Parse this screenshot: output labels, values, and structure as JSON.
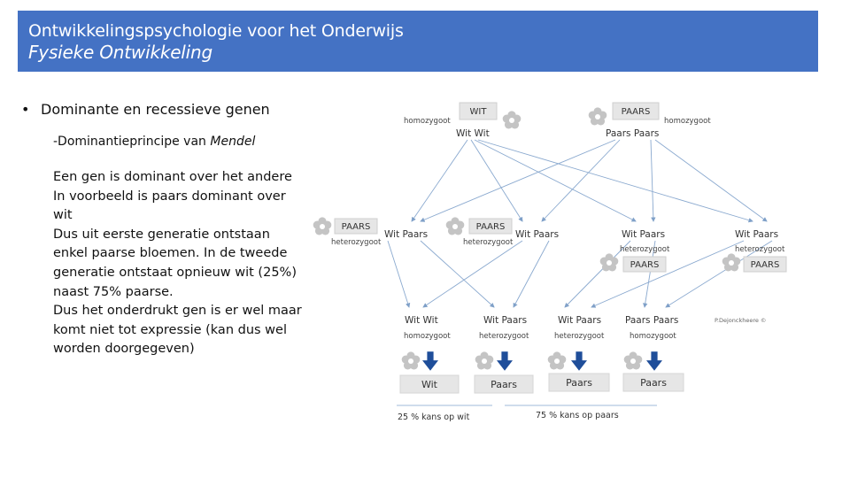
{
  "header": {
    "title": "Ontwikkelingspsychologie voor het Onderwijs",
    "subtitle": "Fysieke Ontwikkeling"
  },
  "content": {
    "bullet": "Dominante en recessieve genen",
    "sub_prefix": "-Dominantieprincipe van ",
    "sub_italic": "Mendel",
    "lines": [
      "Een gen is dominant over het andere",
      "In voorbeeld is paars dominant over",
      "wit",
      "Dus uit eerste generatie ontstaan",
      "enkel paarse bloemen. In de tweede",
      "generatie ontstaat opnieuw wit (25%)",
      "naast 75% paarse.",
      "Dus het onderdrukt gen is er wel maar",
      "komt niet tot expressie (kan dus wel",
      "worden doorgegeven)"
    ]
  },
  "diagram": {
    "parent_wit": {
      "box": "WIT",
      "type": "homozygoot",
      "genotype": "Wit  Wit"
    },
    "parent_paars": {
      "box": "PAARS",
      "type": "homozygoot",
      "genotype": "Paars  Paars"
    },
    "f1": [
      {
        "box": "PAARS",
        "type": "heterozygoot",
        "genotype": "Wit  Paars"
      },
      {
        "box": "PAARS",
        "type": "heterozygoot",
        "genotype": "Wit  Paars"
      },
      {
        "box": "PAARS",
        "type": "heterozygoot",
        "genotype": "Wit  Paars"
      },
      {
        "box": "PAARS",
        "type": "heterozygoot",
        "genotype": "Wit  Paars"
      }
    ],
    "f2": [
      {
        "genotype": "Wit  Wit",
        "type": "homozygoot",
        "result": "Wit"
      },
      {
        "genotype": "Wit  Paars",
        "type": "heterozygoot",
        "result": "Paars"
      },
      {
        "genotype": "Wit  Paars",
        "type": "heterozygoot",
        "result": "Paars"
      },
      {
        "genotype": "Paars  Paars",
        "type": "homozygoot",
        "result": "Paars"
      }
    ],
    "kans_wit": "25 % kans op wit",
    "kans_paars": "75 % kans op paars",
    "watermark": "P.Dejonckheere ©",
    "colors": {
      "arrow": "#1f4e9a",
      "line": "#7fa0c8",
      "flower": "#bfbfbf",
      "box": "#e6e6e6"
    }
  }
}
